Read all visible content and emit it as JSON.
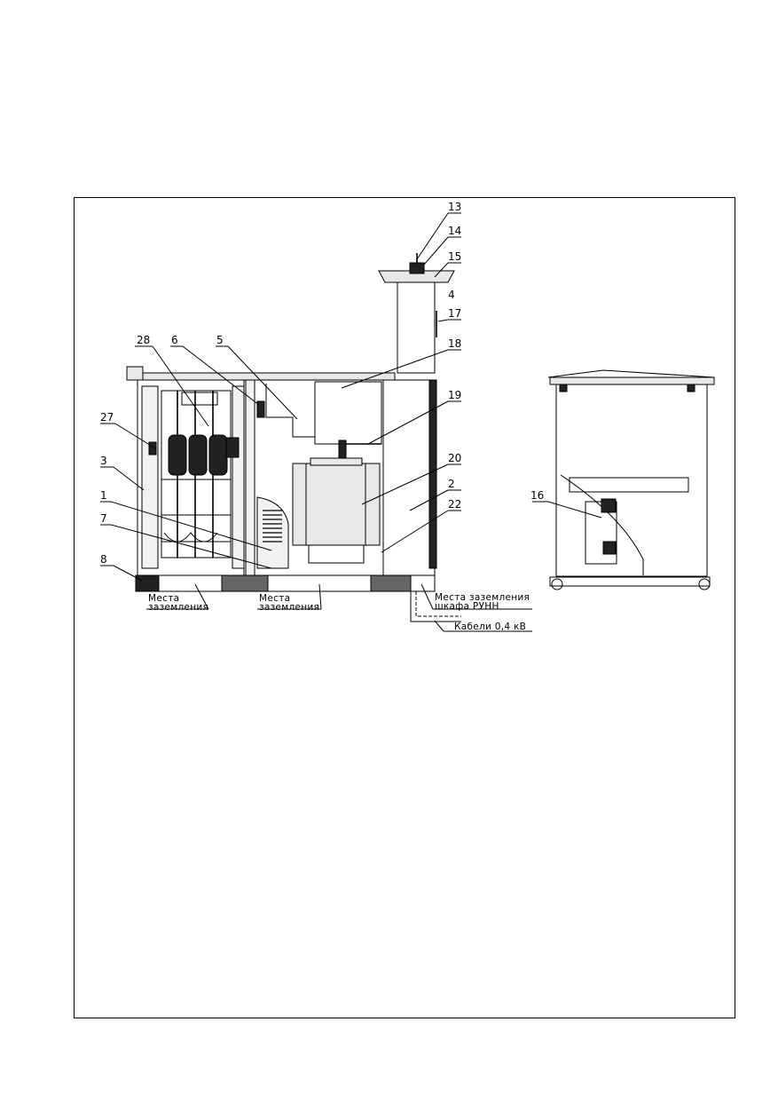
{
  "callouts": {
    "c13": "13",
    "c14": "14",
    "c15": "15",
    "c4": "4",
    "c17": "17",
    "c18": "18",
    "c28": "28",
    "c6": "6",
    "c5": "5",
    "c19": "19",
    "c27": "27",
    "c20": "20",
    "c3": "3",
    "c2": "2",
    "c1": "1",
    "c22": "22",
    "c7": "7",
    "c8": "8",
    "c16": "16"
  },
  "notes": {
    "ground_left_1": "Места",
    "ground_left_2": "заземления",
    "ground_mid_1": "Места",
    "ground_mid_2": "заземления",
    "ground_right_1": "Места заземления",
    "ground_right_2": "шкафа РУНН",
    "cables": "Кабели 0,4 кВ"
  }
}
